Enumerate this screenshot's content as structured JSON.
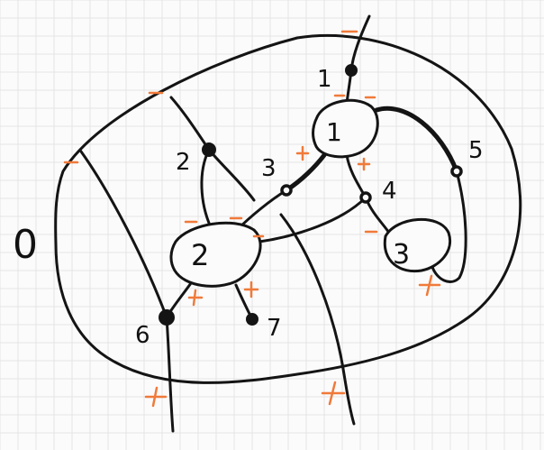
{
  "diagram": {
    "region_label": "0",
    "nodes": [
      {
        "id": "node-1",
        "label": "1"
      },
      {
        "id": "node-2",
        "label": "2"
      },
      {
        "id": "node-3",
        "label": "3"
      }
    ],
    "vertices": [
      {
        "id": "v1",
        "label": "1"
      },
      {
        "id": "v2",
        "label": "2"
      },
      {
        "id": "v3",
        "label": "3"
      },
      {
        "id": "v4",
        "label": "4"
      },
      {
        "id": "v5",
        "label": "5"
      },
      {
        "id": "v6",
        "label": "6"
      },
      {
        "id": "v7",
        "label": "7"
      }
    ],
    "colors": {
      "ink": "#141414",
      "sign": "#f07a3a",
      "grid": "#e4e4e4",
      "background": "#fbfbfb"
    }
  }
}
